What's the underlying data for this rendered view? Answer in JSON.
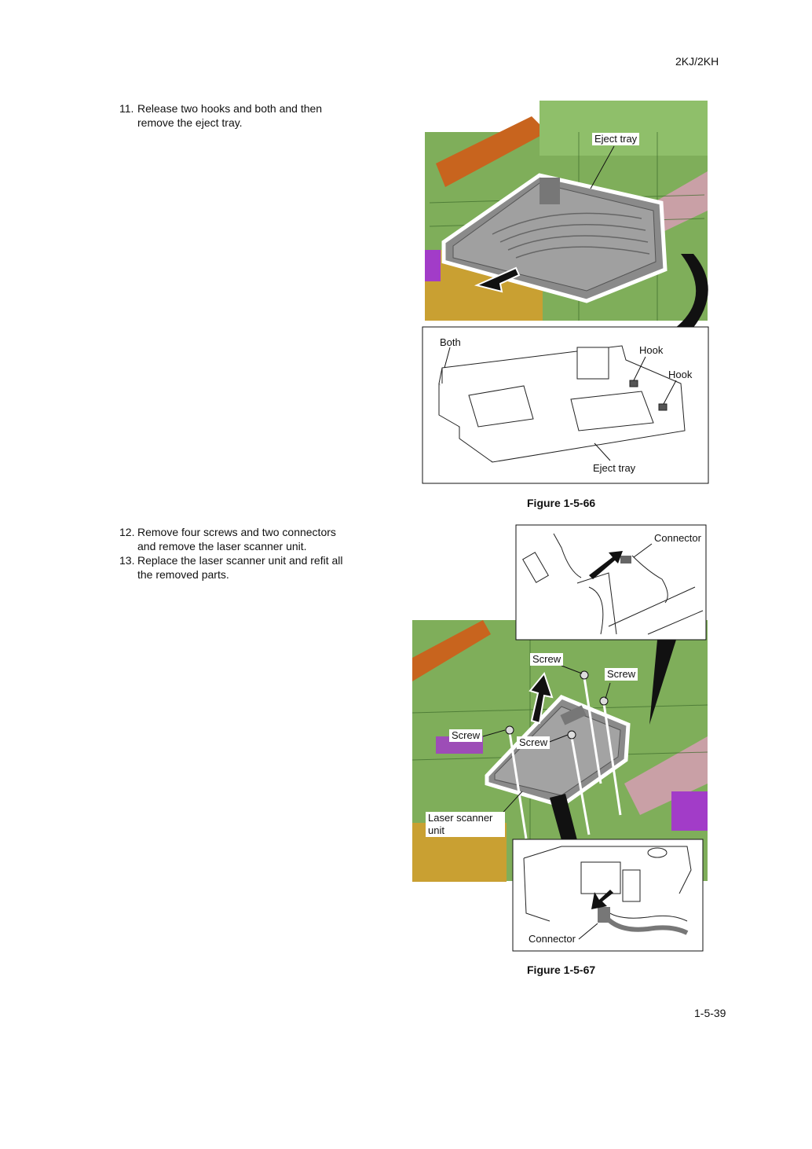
{
  "header": {
    "model_code": "2KJ/2KH"
  },
  "steps": [
    {
      "number": "11.",
      "lines": [
        "Release two hooks and both and then",
        "remove the eject tray."
      ]
    },
    {
      "number": "12.",
      "lines": [
        "Remove four screws and two connectors",
        "and remove the laser scanner unit."
      ]
    },
    {
      "number": "13.",
      "lines": [
        "Replace the laser scanner unit and refit all",
        "the removed parts."
      ]
    }
  ],
  "figure_66": {
    "caption": "Figure 1-5-66",
    "labels": {
      "eject_tray_top": "Eject tray",
      "both": "Both",
      "hook_1": "Hook",
      "hook_2": "Hook",
      "eject_tray_bottom": "Eject tray"
    }
  },
  "figure_67": {
    "caption": "Figure 1-5-67",
    "labels": {
      "connector_top": "Connector",
      "screw_1": "Screw",
      "screw_2": "Screw",
      "screw_3": "Screw",
      "screw_4": "Screw",
      "laser_scanner_unit_line1": "Laser scanner",
      "laser_scanner_unit_line2": "unit",
      "connector_bottom": "Connector"
    }
  },
  "footer": {
    "page_number": "1-5-39"
  },
  "colors": {
    "machine_green": "#7fae5a",
    "machine_orange": "#c8641e",
    "machine_pink": "#c9a0a6",
    "machine_purple": "#a23cc8",
    "machine_yellow": "#c9a032",
    "tray_gray": "#8a8a8a"
  }
}
